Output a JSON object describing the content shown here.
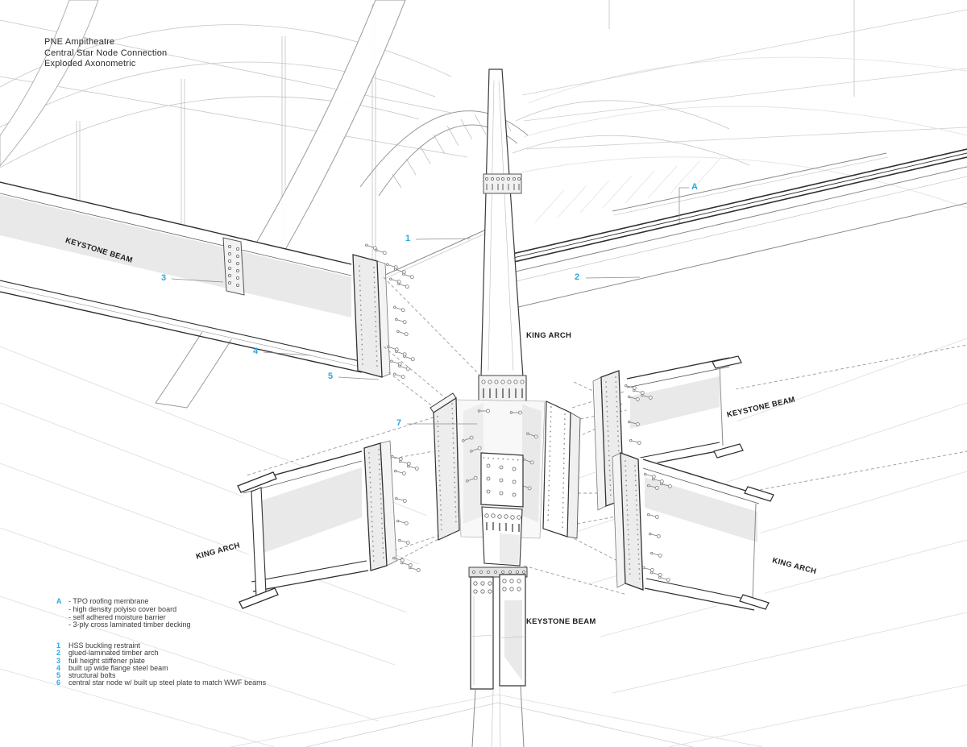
{
  "title": {
    "line1": "PNE Ampitheatre",
    "line2": "Central Star Node Connection",
    "line3": "Exploded Axonometric"
  },
  "labels": {
    "keystone_beam": "KEYSTONE BEAM",
    "king_arch": "KING ARCH"
  },
  "callouts": {
    "a": "A",
    "n1": "1",
    "n2": "2",
    "n3": "3",
    "n4": "4",
    "n5": "5",
    "n7": "7"
  },
  "legend": {
    "a": {
      "key": "A",
      "items": [
        "- TPO roofing membrane",
        "- high density polyiso cover board",
        "- self adhered moisture barrier",
        "- 3-ply cross laminated timber decking"
      ]
    },
    "items": [
      {
        "num": "1",
        "text": "HSS buckling restraint"
      },
      {
        "num": "2",
        "text": "glued-laminated timber arch"
      },
      {
        "num": "3",
        "text": "full height stiffener plate"
      },
      {
        "num": "4",
        "text": "built up wide flange steel beam"
      },
      {
        "num": "5",
        "text": "structural bolts"
      },
      {
        "num": "6",
        "text": "central star node w/ built up steel plate to match WWF beams"
      }
    ]
  },
  "colors": {
    "accent": "#29a9e1",
    "ink": "#2f2f2f",
    "construction_line": "#dcdcdc",
    "shade_fill": "#e9e9e9"
  }
}
